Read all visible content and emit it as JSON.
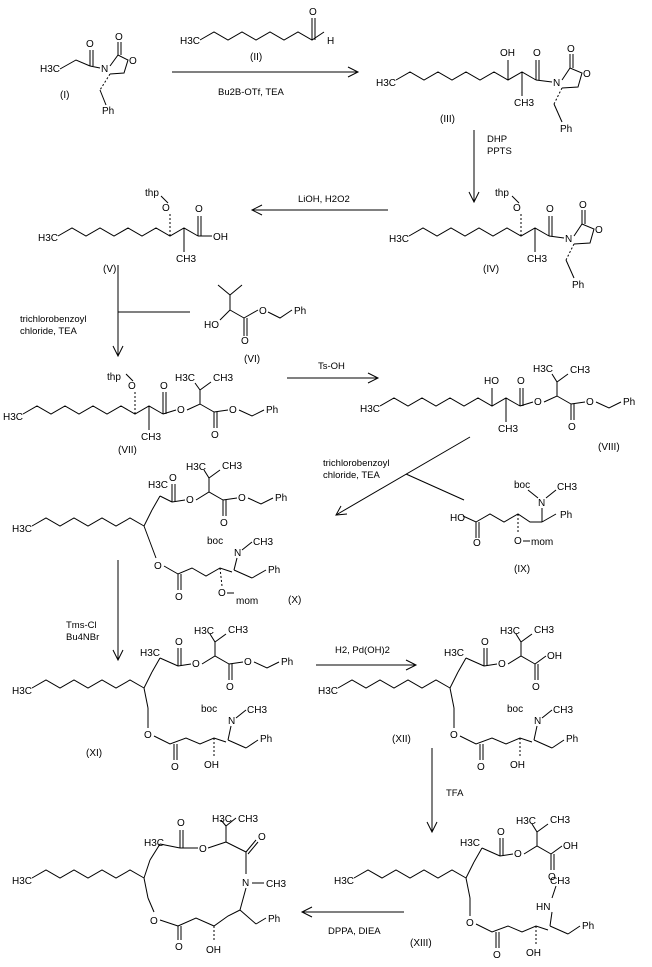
{
  "scheme": {
    "compounds": [
      {
        "id": "I",
        "label": "(I)"
      },
      {
        "id": "II",
        "label": "(II)"
      },
      {
        "id": "III",
        "label": "(III)"
      },
      {
        "id": "IV",
        "label": "(IV)"
      },
      {
        "id": "V",
        "label": "(V)"
      },
      {
        "id": "VI",
        "label": "(VI)"
      },
      {
        "id": "VII",
        "label": "(VII)"
      },
      {
        "id": "VIII",
        "label": "(VIII)"
      },
      {
        "id": "IX",
        "label": "(IX)"
      },
      {
        "id": "X",
        "label": "(X)"
      },
      {
        "id": "XI",
        "label": "(XI)"
      },
      {
        "id": "XII",
        "label": "(XII)"
      },
      {
        "id": "XIII",
        "label": "(XIII)"
      }
    ],
    "reagents": {
      "r1": "Bu2B-OTf, TEA",
      "r2_line1": "DHP",
      "r2_line2": "PPTS",
      "r3": "LiOH, H2O2",
      "r4_line1": "trichlorobenzoyl",
      "r4_line2": "chloride, TEA",
      "r5": "Ts-OH",
      "r6_line1": "trichlorobenzoyl",
      "r6_line2": "chloride, TEA",
      "r7_line1": "Tms-Cl",
      "r7_line2": "Bu4NBr",
      "r8": "H2, Pd(OH)2",
      "r9": "TFA",
      "r10": "DPPA, DIEA"
    },
    "atoms": {
      "O": "O",
      "N": "N",
      "OH": "OH",
      "HO": "HO",
      "H3C": "H3C",
      "CH3": "CH3",
      "Ph": "Ph",
      "thp": "thp",
      "boc": "boc",
      "mom": "mom",
      "HN": "HN",
      "H": "H"
    }
  }
}
